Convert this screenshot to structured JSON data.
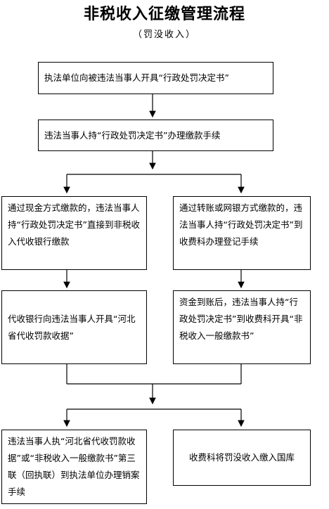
{
  "title": "非税收入征缴管理流程",
  "subtitle": "（罚没收入）",
  "steps": {
    "step1": "执法单位向被违法当事人开具“行政处罚决定书”",
    "step2": "违法当事人持“行政处罚决定书”办理缴款手续",
    "left1": "通过现金方式缴款的，违法当事人持“行政处罚决定书”直接到非税收入代收银行缴款",
    "right1": "通过转账或网银方式缴款的，违法当事人持“行政处罚决定书”到收费科办理登记手续",
    "left2": "代收银行向违法当事人开具“河北省代收罚款收据”",
    "right2": "资金到账后，违法当事人持“行政处罚决定书”到收费科开具“非税收入一般缴款书”",
    "left3": "违法当事人执“河北省代收罚款收据”或“非税收入一般缴款书”第三联（回执联）到执法单位办理销案手续",
    "right3": "收费科将罚没收入缴入国库"
  }
}
